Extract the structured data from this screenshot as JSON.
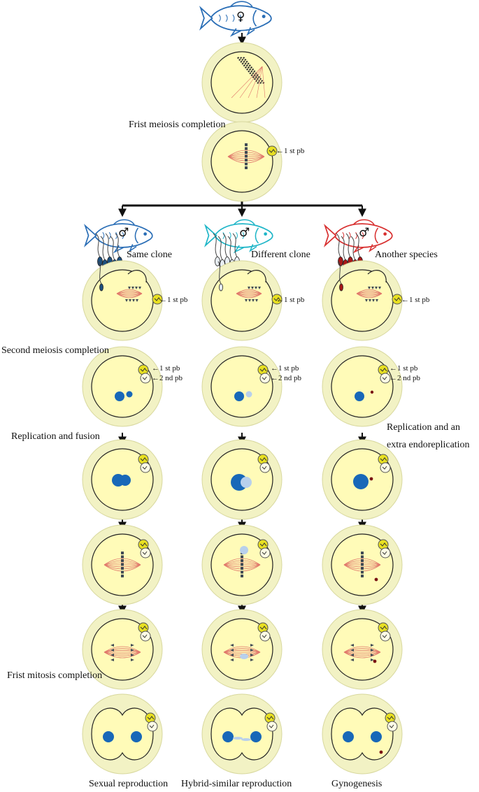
{
  "female_symbol": "♀",
  "male_symbol": "♂",
  "colors": {
    "outer": "#f2f2c4",
    "outer_stroke": "#d8d89e",
    "cell": "#fffbb8",
    "spindle": "#e0766a",
    "chromosome": "#3f4a54",
    "blue_nucleus": "#1868b8",
    "pale_nucleus": "#b8d0ec",
    "red_nucleus": "#7a1414",
    "pb_yellow": "#e8e021",
    "fish_female": "#2a6eb6",
    "fish_same": "#2a6eb6",
    "fish_diff": "#1fb6c8",
    "fish_other": "#d83030"
  },
  "labels": {
    "first_meiosis": "Frist meiosis completion",
    "second_meiosis": "Second meiosis completion",
    "replication_fusion": "Replication and fusion",
    "replication_extra_1": "Replication and  an",
    "replication_extra_2": "extra endoreplication",
    "first_mitosis": "Frist mitosis completion"
  },
  "polar_bodies": {
    "first": "←1 st pb",
    "second": "←2 nd pb"
  },
  "columns": [
    {
      "name": "Same clone",
      "fish_icon": "male-fish-blue",
      "outcome": "Sexual reproduction"
    },
    {
      "name": "Different clone",
      "fish_icon": "male-fish-cyan",
      "outcome": "Hybrid-similar reproduction"
    },
    {
      "name": "Another species",
      "fish_icon": "male-fish-red",
      "outcome": "Gynogenesis"
    }
  ]
}
